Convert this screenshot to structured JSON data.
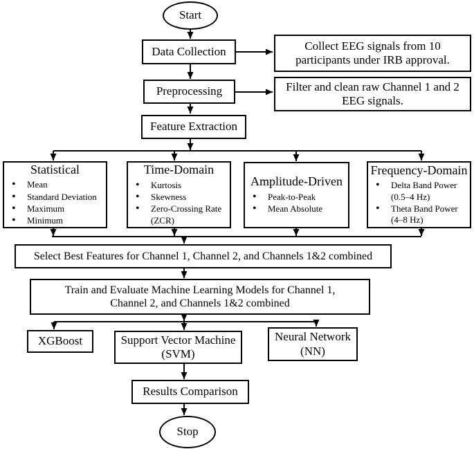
{
  "diagram": {
    "type": "flowchart",
    "topic": "EEG signal machine-learning pipeline",
    "colors": {
      "line": "#000000",
      "box_border": "#000000",
      "box_fill": "#ffffff",
      "text": "#000000",
      "background": "#ffffff"
    },
    "nodes": {
      "start": {
        "label": "Start"
      },
      "data_collection": {
        "label": "Data Collection"
      },
      "note_collect": {
        "text": "Collect EEG signals from 10\nparticipants under IRB approval."
      },
      "preprocessing": {
        "label": "Preprocessing"
      },
      "note_filter": {
        "text": "Filter and clean raw Channel 1 and 2\nEEG signals."
      },
      "feature_extraction": {
        "label": "Feature Extraction"
      },
      "statistical": {
        "title": "Statistical",
        "items": [
          "Mean",
          "Standard Deviation",
          "Maximum",
          "Minimum"
        ]
      },
      "time_domain": {
        "title": "Time-Domain",
        "items": [
          "Kurtosis",
          "Skewness",
          "Zero-Crossing Rate\n(ZCR)"
        ]
      },
      "amplitude_driven": {
        "title": "Amplitude-Driven",
        "items": [
          "Peak-to-Peak",
          "Mean Absolute"
        ]
      },
      "frequency_domain": {
        "title": "Frequency-Domain",
        "items": [
          "Delta Band Power\n(0.5–4 Hz)",
          "Theta Band Power\n(4–8 Hz)"
        ]
      },
      "select_features": {
        "label": "Select Best Features for Channel 1, Channel 2, and Channels 1&2 combined"
      },
      "train_evaluate": {
        "text": "Train and Evaluate Machine Learning Models for Channel 1,\nChannel 2, and Channels 1&2 combined"
      },
      "xgboost": {
        "label": "XGBoost"
      },
      "svm": {
        "text": "Support Vector Machine\n(SVM)"
      },
      "neural_network": {
        "text": "Neural Network\n(NN)"
      },
      "results_comparison": {
        "label": "Results Comparison"
      },
      "stop": {
        "label": "Stop"
      }
    }
  }
}
